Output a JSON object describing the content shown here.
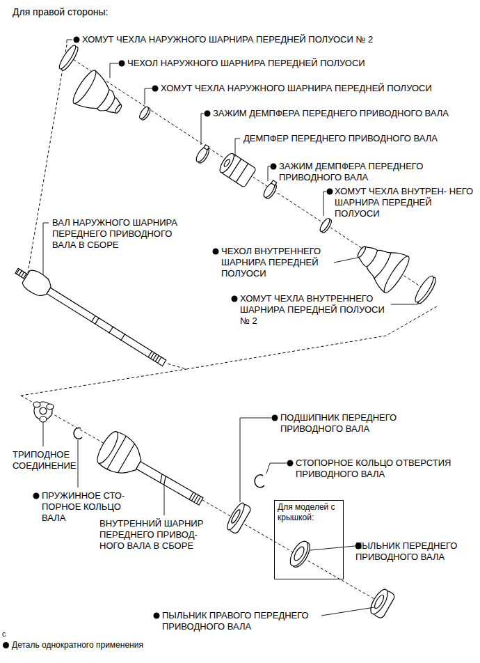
{
  "diagram": {
    "title": "Для правой стороны:",
    "nodes": [
      {
        "text": [
          "Для моделей с крышкой:"
        ]
      }
    ],
    "edges": [],
    "labels": [
      "ХОМУТ ЧЕХЛА НАРУЖНОГО ШАРНИРА ПЕРЕДНЕЙ ПОЛУОСИ № 2",
      "ЧЕХОЛ НАРУЖНОГО ШАРНИРА ПЕРЕДНЕЙ ПОЛУОСИ",
      "ХОМУТ ЧЕХЛА НАРУЖНОГО ШАРНИРА ПЕРЕДНЕЙ ПОЛУОСИ",
      "ЗАЖИМ ДЕМПФЕРА ПЕРЕДНЕГО ПРИВОДНОГО ВАЛА",
      "ДЕМПФЕР ПЕРЕДНЕГО ПРИВОДНОГО ВАЛА",
      "ЗАЖИМ ДЕМПФЕРА ПЕРЕДНЕГО ПРИВОДНОГО ВАЛА",
      "ХОМУТ ЧЕХЛА ВНУТРЕН- НЕГО ШАРНИРА ПЕРЕДНЕЙ ПОЛУОСИ",
      "ВАЛ НАРУЖНОГО ШАРНИРА ПЕРЕДНЕГО ПРИВОДНОГО ВАЛА В СБОРЕ",
      "ЧЕХОЛ ВНУТРЕННЕГО ШАРНИРА ПЕРЕДНЕЙ ПОЛУОСИ",
      "ХОМУТ ЧЕХЛА ВНУТРЕННЕГО ШАРНИРА ПЕРЕДНЕЙ ПОЛУОСИ № 2",
      "ТРИПОДНОЕ СОЕДИНЕНИЕ",
      "ПРУЖИННОЕ СТО- ПОРНОЕ КОЛЬЦО ВАЛА",
      "ВНУТРЕННИЙ ШАРНИР ПЕРЕДНЕГО ПРИВОД- НОГО ВАЛА В СБОРЕ",
      "ПОДШИПНИК ПЕРЕДНЕГО ПРИВОДНОГО ВАЛА",
      "СТОПОРНОЕ КОЛЬЦО ОТВЕРСТИЯ ПРИВОДНОГО ВАЛА",
      "ПЫЛЬНИК ПЕРЕДНЕГО ПРИВОДНОГО ВАЛА",
      "ПЫЛЬНИК ПРАВОГО ПЕРЕДНЕГО ПРИВОДНОГО ВАЛА",
      "c"
    ],
    "legend": [
      {
        "text": "Деталь однократного применения"
      }
    ]
  }
}
